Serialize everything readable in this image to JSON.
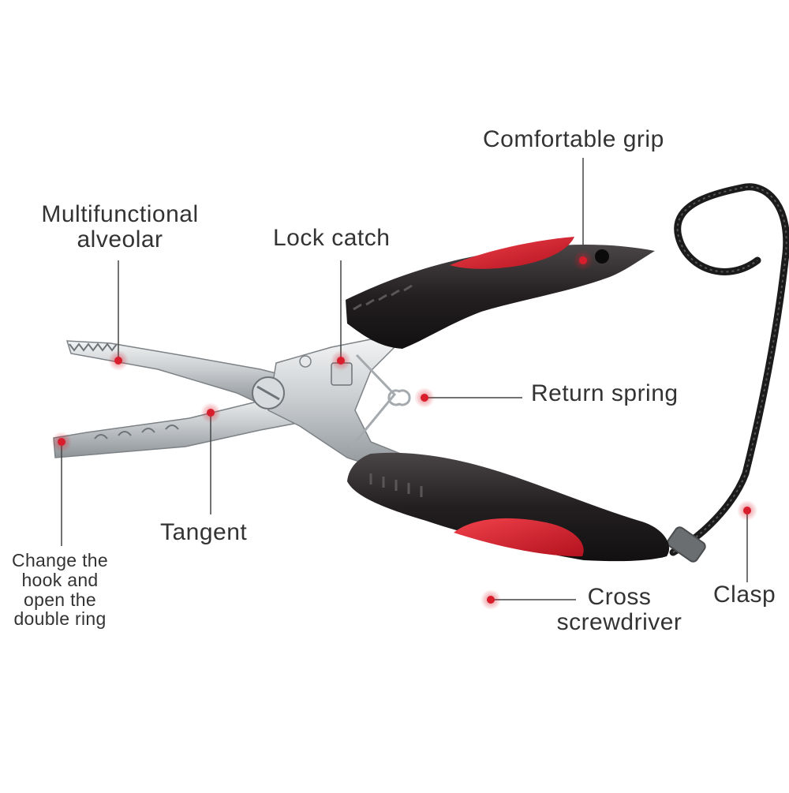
{
  "colors": {
    "accent": "#d81e2c",
    "handle": "#231f20",
    "steel": "#c9cdd0",
    "text": "#333333",
    "leader": "#444444",
    "background": "#ffffff"
  },
  "callouts": {
    "comfortable_grip": "Comfortable grip",
    "multifunctional_alveolar": [
      "Multifunctional",
      "alveolar"
    ],
    "lock_catch": "Lock catch",
    "return_spring": "Return spring",
    "tangent": "Tangent",
    "change_hook": [
      "Change the",
      "hook and",
      "open the",
      "double ring"
    ],
    "cross_screwdriver": [
      "Cross",
      "screwdriver"
    ],
    "clasp": "Clasp"
  }
}
